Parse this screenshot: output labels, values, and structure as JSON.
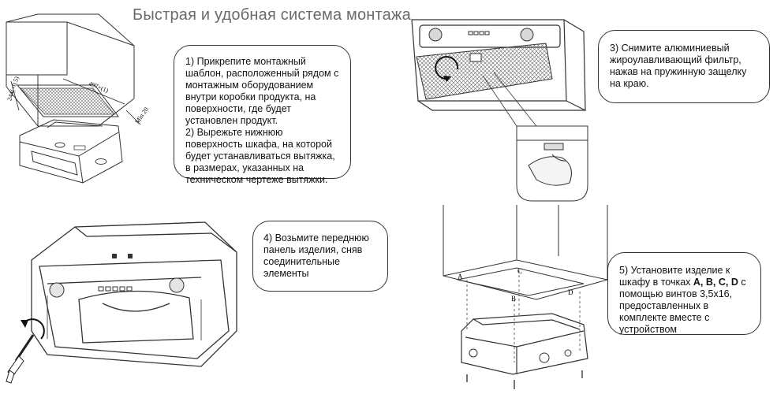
{
  "title": "Быстрая и удобная система монтажа",
  "step1": {
    "text": "1) Прикрепите монтажный шаблон, расположенный рядом с монтажным оборудованием внутри коробки продукта, на поверхности, где будет установлен продукт.\n2)  Вырежьте нижнюю поверхность шкафа, на которой будет устанавливаться вытяжка, в размерах, указанных на техническом чертеже вытяжки."
  },
  "step3": {
    "text": "3) Снимите алюминиевый жироулавливающий фильтр, нажав на пружинную защелку на краю."
  },
  "step4": {
    "text": "4) Возьмите переднюю панель изделия, сняв соединительные элементы"
  },
  "step5": {
    "line1": "5) Установите изделие к",
    "prefix": "шкафу в точках ",
    "points": "A, B, C, D",
    "suffix": "  с",
    "rest": "помощью винтов 3,5х16, предоставленных в комплекте вместе с устройством"
  },
  "drawing1": {
    "dim_width": "497+(1)",
    "dim_depth": "244(+0.5)",
    "dim_min": "Min 20"
  },
  "drawing5": {
    "point_a": "A",
    "point_b": "B",
    "point_c": "C",
    "point_d": "D"
  }
}
